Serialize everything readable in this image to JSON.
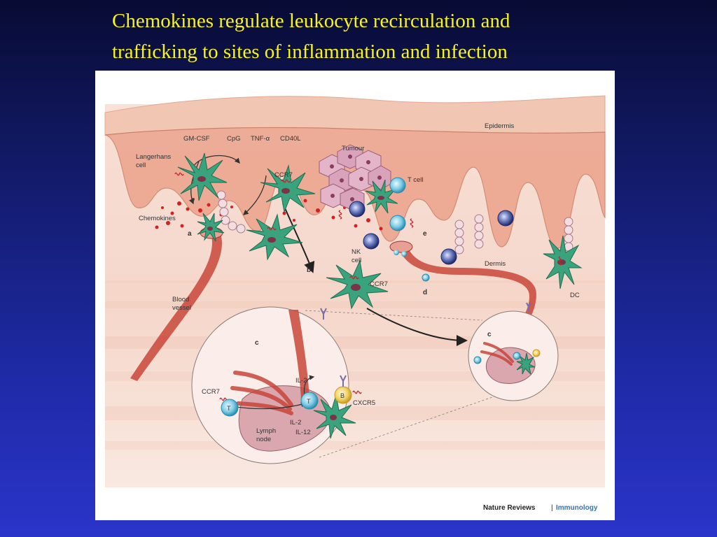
{
  "slide": {
    "title_line1": "Chemokines regulate leukocyte recirculation and",
    "title_line2": "trafficking to sites of inflammation and infection"
  },
  "figure": {
    "labels": {
      "gmcsf": "GM-CSF",
      "cpg": "CpG",
      "tnf": "TNF-α",
      "cd40l": "CD40L",
      "tumour": "Tumour",
      "epidermis": "Epidermis",
      "langerhans1": "Langerhans",
      "langerhans2": "cell",
      "ccr7_top": "CCR7",
      "tcell": "T cell",
      "chemokines": "Chemokines",
      "nk1": "NK",
      "nk2": "cell",
      "dermis": "Dermis",
      "blood1": "Blood",
      "blood2": "vessel",
      "ccr7_mid": "CCR7",
      "dc": "DC",
      "ccr7_ln": "CCR7",
      "il2_top": "IL-2",
      "cxcr5": "CXCR5",
      "il2_bottom": "IL-2",
      "il12": "IL-12",
      "lymph1": "Lymph",
      "lymph2": "node",
      "t_letter1": "T",
      "t_letter2": "T",
      "b_letter": "B"
    },
    "panel_letters": {
      "a": "a",
      "b": "b",
      "c1": "c",
      "c2": "c",
      "d": "d",
      "e": "e"
    },
    "credit": {
      "journal": "Nature Reviews",
      "separator": "|",
      "field": "Immunology"
    }
  },
  "colors": {
    "title": "#f7f41c",
    "epidermis": "#f3c4b0",
    "dermis": "#f5d3c7",
    "vessel": "#c8463a",
    "dendritic_cell": "#3aa37e",
    "chemokine_dots": "#d6201f",
    "nk_cell": "#2f3f86",
    "t_cell": "#45a7c9",
    "b_cell": "#e9c14b"
  }
}
